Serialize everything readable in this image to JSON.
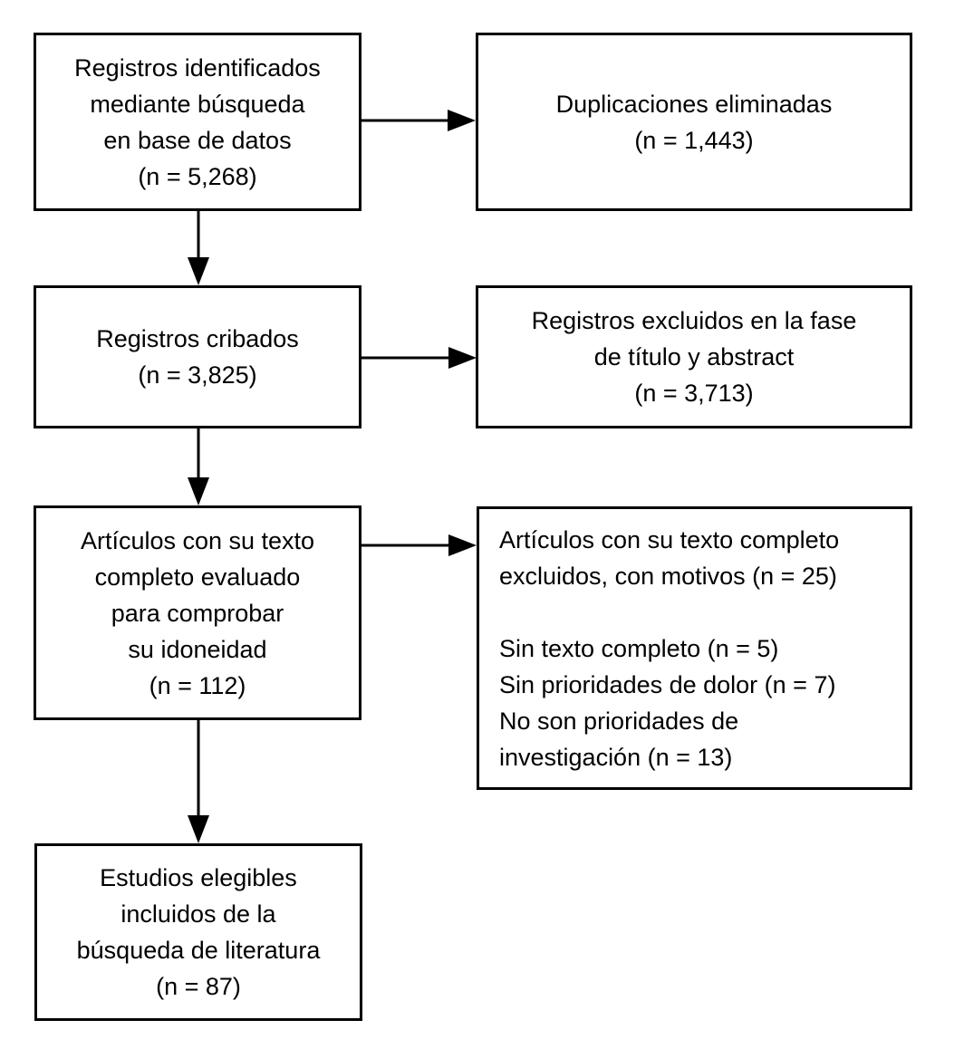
{
  "diagram": {
    "type": "flowchart",
    "language": "es",
    "background_color": "#ffffff",
    "line_color": "#000000",
    "text_color": "#000000",
    "boxes": {
      "identified": {
        "lines": [
          "Registros identificados",
          "mediante búsqueda",
          "en base de datos",
          "(n = 5,268)"
        ],
        "n": "5,268"
      },
      "duplicates_removed": {
        "lines": [
          "Duplicaciones eliminadas",
          "(n = 1,443)"
        ],
        "n": "1,443"
      },
      "screened": {
        "lines": [
          "Registros cribados",
          "(n = 3,825)"
        ],
        "n": "3,825"
      },
      "excluded_title_abstract": {
        "lines": [
          "Registros excluidos en la fase",
          "de título y abstract",
          "(n = 3,713)"
        ],
        "n": "3,713"
      },
      "fulltext_assessed": {
        "lines": [
          "Artículos con su texto",
          "completo evaluado",
          "para comprobar",
          "su idoneidad",
          "(n = 112)"
        ],
        "n": "112"
      },
      "fulltext_excluded": {
        "lines": [
          "Artículos con su texto completo",
          "excluidos, con motivos (n = 25)",
          "",
          "Sin texto completo (n = 5)",
          "Sin prioridades de dolor (n = 7)",
          "No son prioridades de",
          "investigación (n = 13)"
        ],
        "n": "25"
      },
      "included": {
        "lines": [
          "Estudios elegibles",
          "incluidos de la",
          "búsqueda de literatura",
          "(n = 87)"
        ],
        "n": "87"
      }
    }
  }
}
